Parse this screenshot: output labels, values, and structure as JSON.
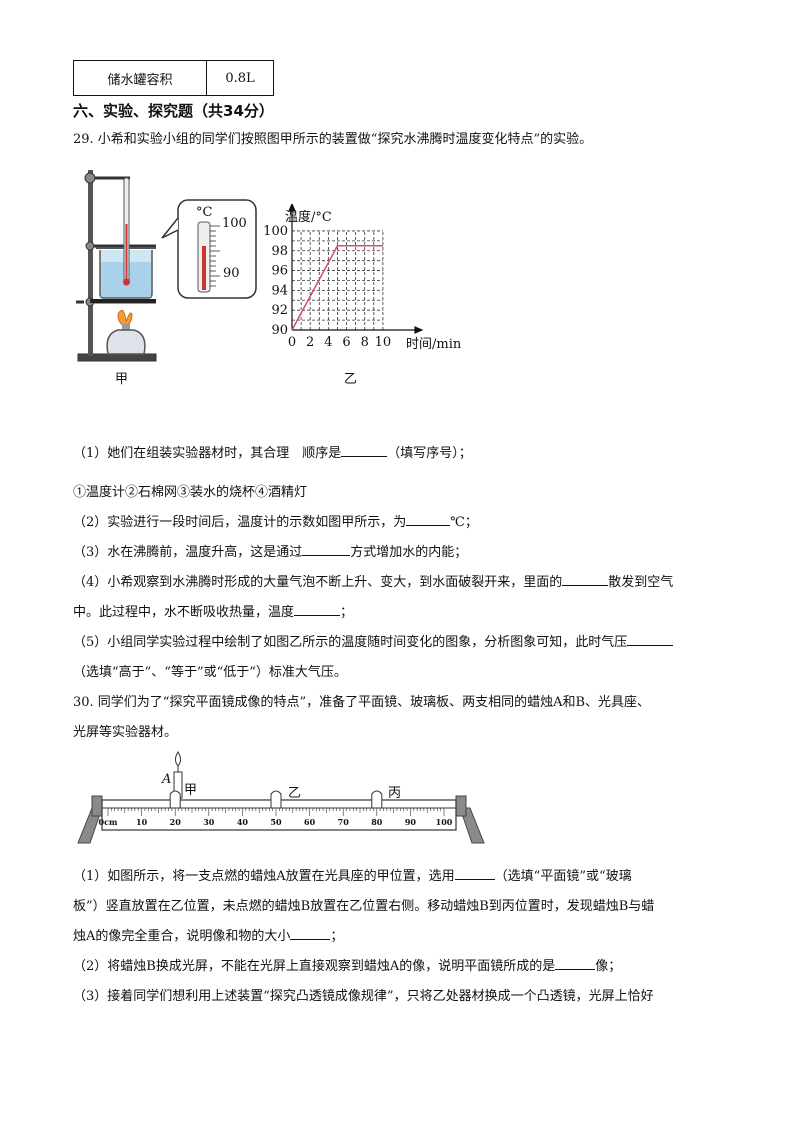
{
  "table": {
    "label": "储水罐容积",
    "value": "0.8L"
  },
  "section_title": "六、实验、探究题（共34分）",
  "q29": {
    "stem": "29. 小希和实验小组的同学们按照图甲所示的装置做“探究水沸腾时温度变化特点”的实验。",
    "fig_jia": {
      "caption": "甲",
      "thermo_unit": "°C",
      "thermo_high": "100",
      "thermo_low": "90",
      "reading": 96
    },
    "fig_yi": {
      "caption": "乙"
    },
    "p1": {
      "a": "（1）她们在组装实验器材时，其合理　顺序是",
      "b": "（填写序号）；"
    },
    "items": "①温度计②石棉网③装水的烧杯④酒精灯",
    "p2": {
      "a": "（2）实验进行一段时间后，温度计的示数如图甲所示，为",
      "b": "℃；"
    },
    "p3": {
      "a": "（3）水在沸腾前，温度升高，这是通过",
      "b": "方式增加水的内能；"
    },
    "p4": {
      "a": "（4）小希观察到水沸腾时形成的大量气泡不断上升、变大，到水面破裂开来，里面的",
      "b": "散发到空气"
    },
    "p4b": {
      "a": "中。此过程中，水不断吸收热量，温度",
      "b": "；"
    },
    "p5": {
      "a": "（5）小组同学实验过程中绘制了如图乙所示的温度随时间变化的图象，分析图象可知，此时气压"
    },
    "p5b": {
      "a": "（选填“高于”、“等于”或“低于”）标准大气压。"
    }
  },
  "chart_data": {
    "type": "line",
    "xlabel": "时间/min",
    "ylabel": "温度/°C",
    "x_ticks": [
      "0",
      "2",
      "4",
      "6",
      "8",
      "10"
    ],
    "y_ticks": [
      "90",
      "92",
      "94",
      "96",
      "98",
      "100"
    ],
    "xlim": [
      0,
      11
    ],
    "ylim": [
      90,
      100.5
    ],
    "grid": true,
    "x": [
      0,
      5,
      10
    ],
    "y": [
      90,
      98.5,
      98.5
    ]
  },
  "q30": {
    "stem1": "30. 同学们为了“探究平面镜成像的特点”，准备了平面镜、玻璃板、两支相同的蜡烛A和B、光具座、",
    "stem2": "光屏等实验器材。",
    "bench": {
      "label_A": "A",
      "label_jia": "甲",
      "label_yi": "乙",
      "label_bing": "丙",
      "scale_labels": [
        "0cm",
        "10",
        "20",
        "30",
        "40",
        "50",
        "60",
        "70",
        "80",
        "90",
        "100"
      ]
    },
    "p1a": {
      "a": "（1）如图所示，将一支点燃的蜡烛A放置在光具座的甲位置，选用",
      "b": "（选填“平面镜”或“玻璃"
    },
    "p1b": {
      "a": "板”）竖直放置在乙位置，未点燃的蜡烛B放置在乙位置右侧。移动蜡烛B到丙位置时，发现蜡烛B与蜡"
    },
    "p1c": {
      "a": "烛A的像完全重合，说明像和物的大小",
      "b": "；"
    },
    "p2": {
      "a": "（2）将蜡烛B换成光屏，不能在光屏上直接观察到蜡烛A的像，说明平面镜所成的是",
      "b": "像；"
    },
    "p3": {
      "a": "（3）接着同学们想利用上述装置“探究凸透镜成像规律”，只将乙处器材换成一个凸透镜，光屏上恰好"
    }
  }
}
